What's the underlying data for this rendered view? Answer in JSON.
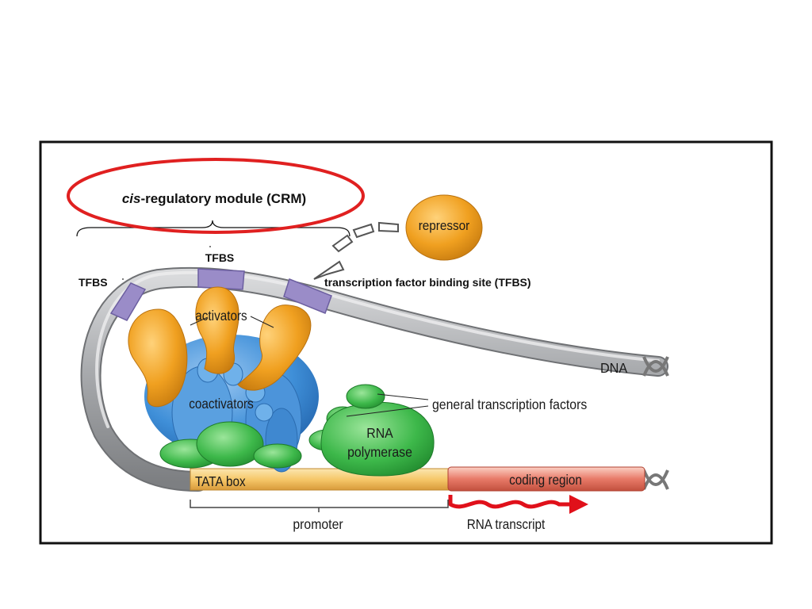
{
  "crm": {
    "italic": "cis",
    "rest": "-regulatory module (CRM)"
  },
  "labels": {
    "tfbs_top": "TFBS",
    "tfbs_left": "TFBS",
    "tfbs_desc": "transcription factor binding site (TFBS)",
    "repressor": "repressor",
    "activators": "activators",
    "coactivators": "coactivators",
    "general_tf": "general transcription factors",
    "rna_pol_line1": "RNA",
    "rna_pol_line2": "polymerase",
    "dna": "DNA",
    "tata": "TATA box",
    "coding": "coding region",
    "promoter": "promoter",
    "rna_transcript": "RNA transcript"
  },
  "colors": {
    "highlight_ellipse": "#e02020",
    "dna_strand": "#a9abae",
    "binding_site": "#9a8cc8",
    "activator": "#f0a020",
    "repressor": "#f0a020",
    "coactivator": "#3f8fd8",
    "general_tf": "#3db84a",
    "rna_polymerase": "#3db84a",
    "promoter_region": "#f6c86a",
    "coding_region": "#e87a68",
    "transcript": "#e0101a"
  }
}
